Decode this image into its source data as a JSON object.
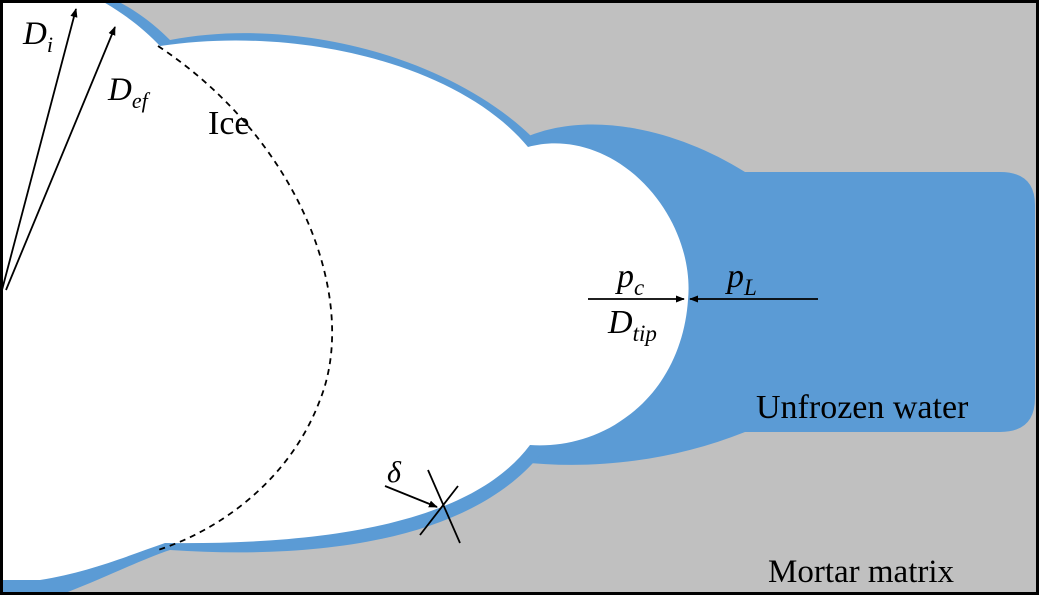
{
  "labels": {
    "d_i": {
      "main": "D",
      "sub": "i"
    },
    "d_ef": {
      "main": "D",
      "sub": "ef"
    },
    "ice": "Ice",
    "p_c": {
      "main": "p",
      "sub": "c"
    },
    "p_l": {
      "main": "p",
      "sub": "L"
    },
    "d_tip": {
      "main": "D",
      "sub": "tip"
    },
    "delta": "δ",
    "unfrozen_water": "Unfrozen water",
    "mortar_matrix": "Mortar matrix"
  },
  "colors": {
    "matrix": "#c0c0c0",
    "water": "#5b9bd5",
    "ice": "#ffffff",
    "border": "#000000",
    "line": "#000000"
  }
}
